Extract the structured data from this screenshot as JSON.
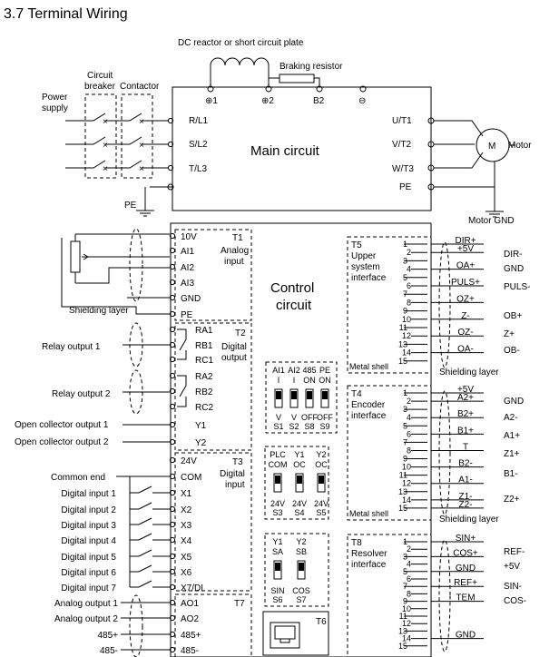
{
  "title": "3.7 Terminal Wiring",
  "top": {
    "dc_reactor": "DC reactor or short circuit plate",
    "braking_resistor": "Braking resistor",
    "circuit_breaker": "Circuit\nbreaker",
    "contactor": "Contactor",
    "power_supply": "Power\nsupply",
    "pe_left": "PE",
    "dc_terminals": [
      "⊕1",
      "⊕2",
      "B2",
      "⊖"
    ],
    "main_circuit": "Main circuit",
    "inputs": [
      "R/L1",
      "S/L2",
      "T/L3"
    ],
    "outputs": [
      "U/T1",
      "V/T2",
      "W/T3",
      "PE"
    ],
    "motor_symbol": "M",
    "motor": "Motor",
    "motor_gnd": "Motor GND"
  },
  "control": {
    "title": "Control\ncircuit",
    "t1": {
      "name": "T1",
      "desc": "Analog\ninput",
      "pins": [
        "10V",
        "AI1",
        "AI2",
        "AI3",
        "GND",
        "PE"
      ],
      "shielding": "Shielding layer"
    },
    "t2": {
      "name": "T2",
      "desc": "Digital\noutput",
      "pins": [
        "RA1",
        "RB1",
        "RC1",
        "RA2",
        "RB2",
        "RC2",
        "Y1",
        "Y2"
      ]
    },
    "relay1": "Relay output 1",
    "relay2": "Relay output 2",
    "oc1": "Open collector output 1",
    "oc2": "Open collector output 2",
    "t3": {
      "name": "T3",
      "desc": "Digital\ninput",
      "pins": [
        "24V",
        "COM",
        "X1",
        "X2",
        "X3",
        "X4",
        "X5",
        "X6",
        "X7/DI"
      ]
    },
    "common_end": "Common end",
    "dinputs": [
      "Digital input 1",
      "Digital input 2",
      "Digital input 3",
      "Digital input 4",
      "Digital input 5",
      "Digital input 6",
      "Digital input 7"
    ],
    "t7": {
      "name": "T7",
      "pins": [
        "AO1",
        "AO2",
        "485+",
        "485-"
      ]
    },
    "aoutputs": [
      "Analog output 1",
      "Analog output 2",
      "485+",
      "485-"
    ],
    "sw1": {
      "top": [
        "AI1",
        "AI2",
        "485",
        "PE"
      ],
      "top2": [
        "I",
        "I",
        "ON",
        "ON"
      ],
      "bot1": [
        "V",
        "V",
        "OFF",
        "OFF"
      ],
      "bot2": [
        "S1",
        "S2",
        "S8",
        "S9"
      ]
    },
    "sw2": {
      "top": [
        "PLC",
        "Y1",
        "Y2"
      ],
      "top2": [
        "COM",
        "OC",
        "OC"
      ],
      "bot1": [
        "24V",
        "24V",
        "24V"
      ],
      "bot2": [
        "S3",
        "S4",
        "S5"
      ]
    },
    "sw3": {
      "top": [
        "Y1",
        "Y2"
      ],
      "top2": [
        "SA",
        "SB"
      ],
      "bot1": [
        "SIN",
        "COS"
      ],
      "bot2": [
        "S6",
        "S7"
      ]
    },
    "t6": "T6",
    "t5": {
      "name": "T5",
      "desc": "Upper\nsystem\ninterface",
      "metal": "Metal shell",
      "signals": [
        "DIR+",
        "+5V",
        "OA+",
        "PULS+",
        "OZ+",
        "Z-",
        "OZ-",
        "OA-"
      ],
      "right": [
        "DIR-",
        "GND",
        "PULS-",
        "OB+",
        "Z+",
        "OB-"
      ],
      "shielding": "Shielding layer"
    },
    "t4": {
      "name": "T4",
      "desc": "Encoder\ninterface",
      "metal": "Metal shell",
      "signals": [
        "+5V",
        "A2+",
        "B2+",
        "B1+",
        "T",
        "B2-",
        "A1-",
        "Z1-",
        "Z2-"
      ],
      "right": [
        "GND",
        "A2-",
        "A1+",
        "Z1+",
        "B1-",
        "Z2+"
      ],
      "shielding": "Shielding layer"
    },
    "t8": {
      "name": "T8",
      "desc": "Resolver\ninterface",
      "signals": [
        "SIN+",
        "COS+",
        "GND",
        "REF+",
        "TEM",
        "GND"
      ],
      "right": [
        "REF-",
        "+5V",
        "SIN-",
        "COS-"
      ]
    },
    "pin_numbers": [
      "1",
      "2",
      "3",
      "4",
      "5",
      "6",
      "7",
      "8",
      "9",
      "10",
      "11",
      "12",
      "13",
      "14",
      "15"
    ]
  }
}
